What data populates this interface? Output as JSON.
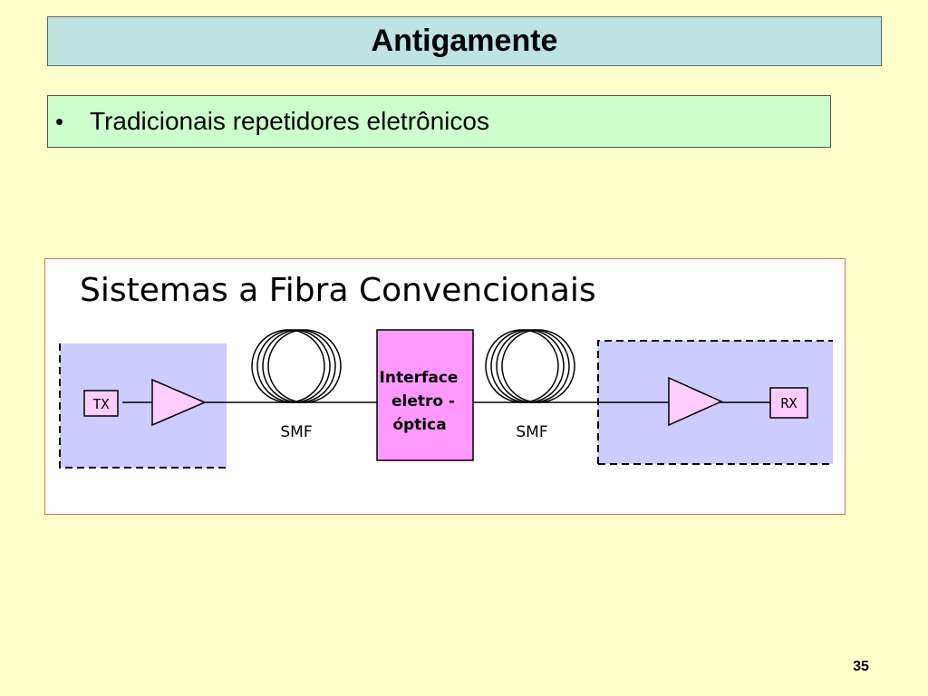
{
  "slide": {
    "title": "Antigamente",
    "bullet": "Tradicionais repetidores eletrônicos",
    "page_number": "35"
  },
  "diagram": {
    "heading": "Sistemas a Fibra Convencionais",
    "tx_label": "TX",
    "rx_label": "RX",
    "fiber_left_label": "SMF",
    "fiber_right_label": "SMF",
    "interface_line1": "Interface",
    "interface_line2": "eletro  -",
    "interface_line3": "óptica",
    "colors": {
      "station_bg": "#ccccff",
      "amplifier_fill": "#ffccff",
      "interface_fill": "#ff99ff"
    }
  }
}
